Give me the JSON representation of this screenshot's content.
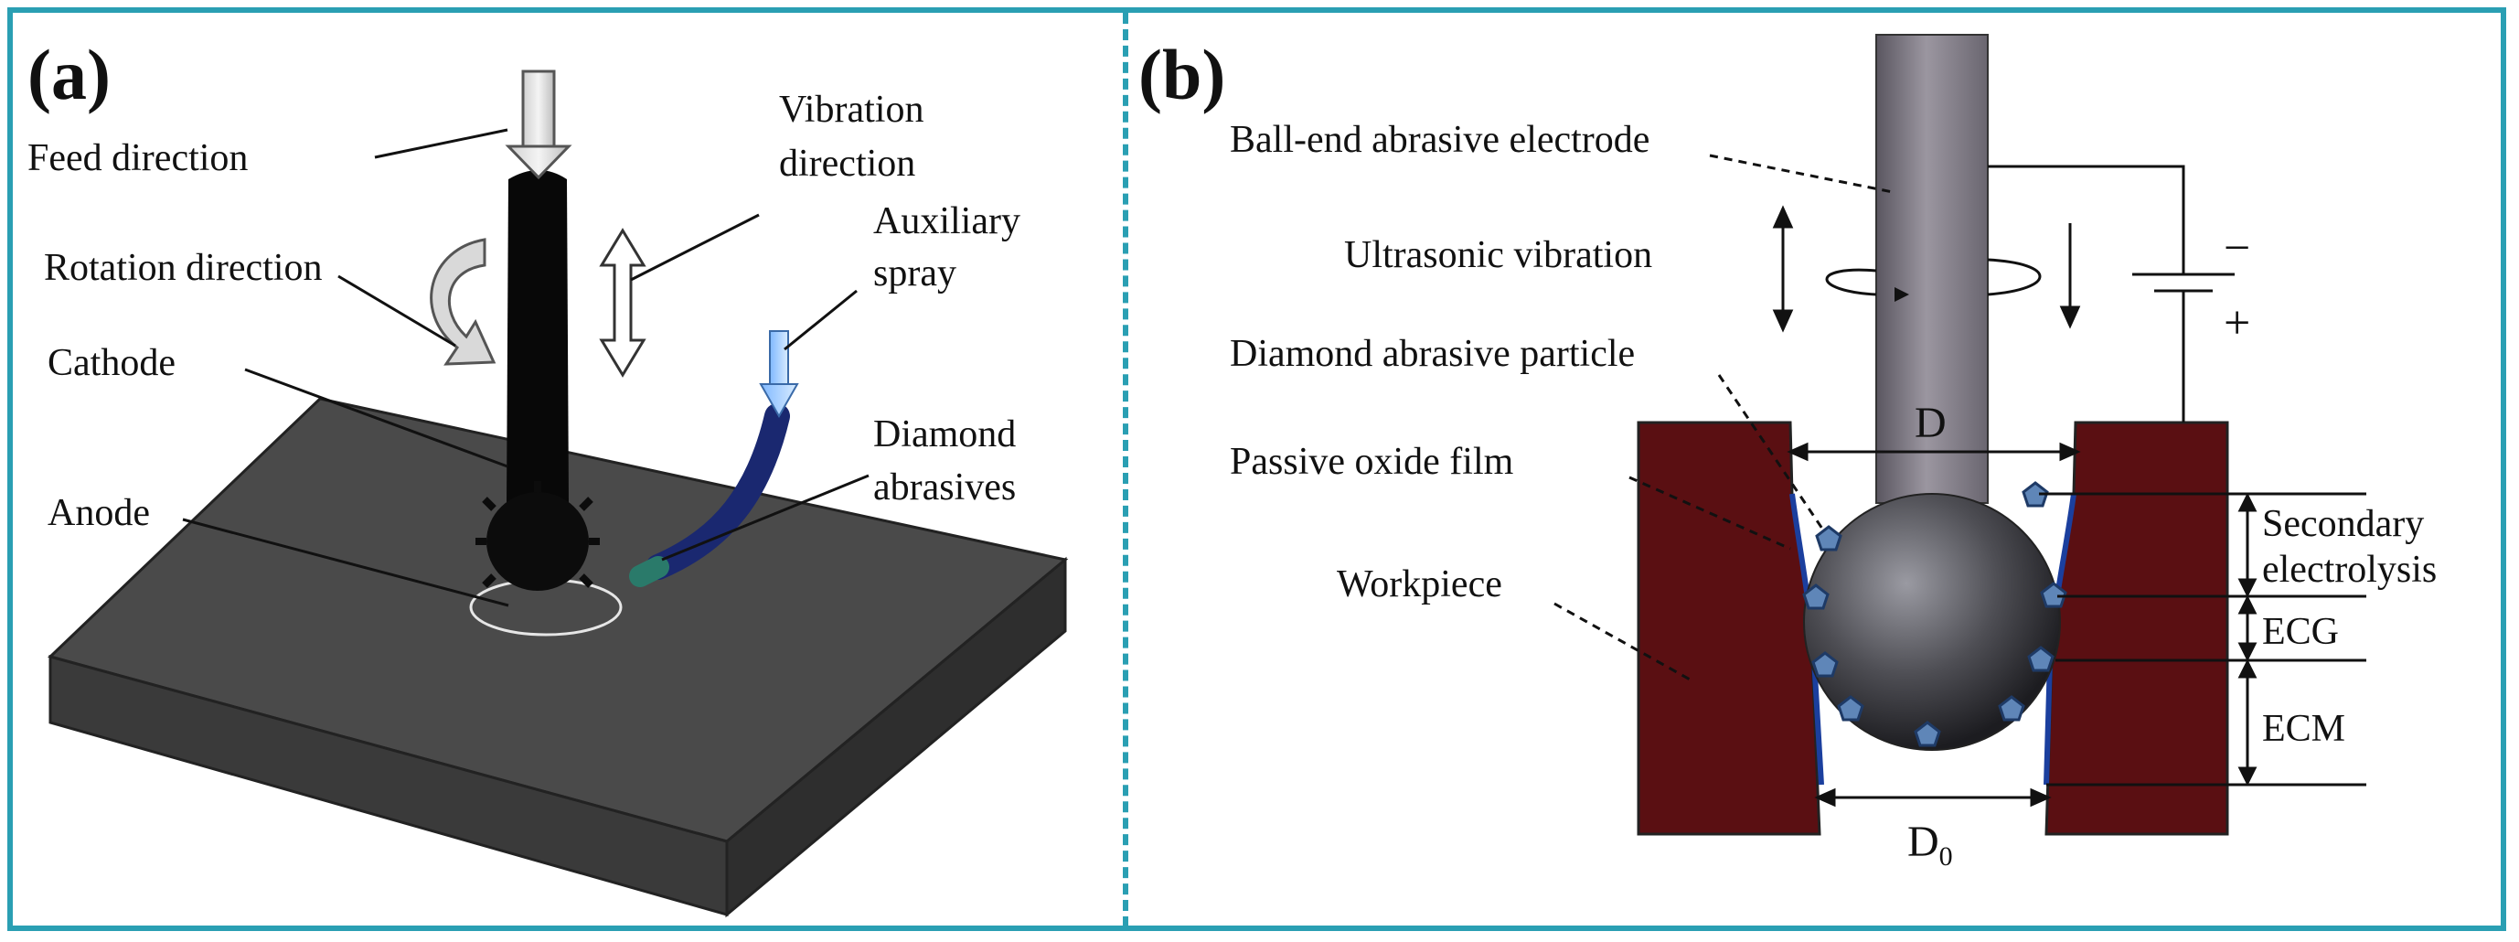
{
  "panel_a": {
    "tag": "(a)",
    "labels": {
      "feed": "Feed direction",
      "vibration_1": "Vibration",
      "vibration_2": "direction",
      "rotation": "Rotation direction",
      "auxiliary_1": "Auxiliary",
      "auxiliary_2": "spray",
      "cathode": "Cathode",
      "diamond_1": "Diamond",
      "diamond_2": "abrasives",
      "anode": "Anode"
    }
  },
  "panel_b": {
    "tag": "(b)",
    "labels": {
      "electrode": "Ball-end abrasive electrode",
      "ultrasonic": "Ultrasonic vibration",
      "particle": "Diamond abrasive particle",
      "oxide": "Passive oxide film",
      "workpiece": "Workpiece",
      "minus": "−",
      "plus": "+",
      "d": "D",
      "d0": "D",
      "d0_sub": "0",
      "secondary_1": "Secondary",
      "secondary_2": "electrolysis",
      "ecg": "ECG",
      "ecm": "ECM"
    }
  },
  "colors": {
    "frame": "#2a9fb3",
    "workpiece": "#5a0f12",
    "oxide_film": "#1b3f9e",
    "electrode": "#8a8490",
    "particle": "#5f86b8",
    "plate": "#4a4a4a"
  }
}
